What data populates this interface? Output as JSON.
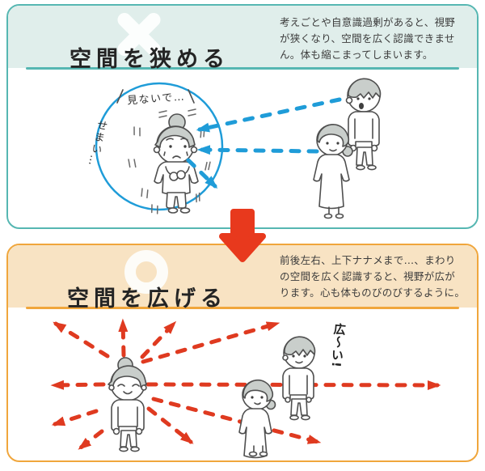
{
  "top_panel": {
    "title": "空間を狭める",
    "mark": "x",
    "description_lines": [
      "考えごとや自意識過剰があると、視野",
      "が狭くなり、空間を広く認識できませ",
      "ん。体も縮こまってしまいます。"
    ],
    "bubble_text": "見ないで…",
    "feeling_text": "せまい…",
    "colors": {
      "border": "#56b7b2",
      "header_bg": "#e0eeeb",
      "arrow": "#1f9cd8"
    }
  },
  "transition": {
    "arrow_color": "#e8391d",
    "direction": "down"
  },
  "bottom_panel": {
    "title": "空間を広げる",
    "mark": "circle",
    "description_lines": [
      "前後左右、上下ナナメまで…、まわり",
      "の空間を広く認識すると、視野が広が",
      "ります。心も体ものびのびするように。"
    ],
    "exclamation_text": "広〜い!",
    "colors": {
      "border": "#f0a63c",
      "header_bg": "#f8e3c3",
      "arrow": "#df3a20"
    }
  }
}
